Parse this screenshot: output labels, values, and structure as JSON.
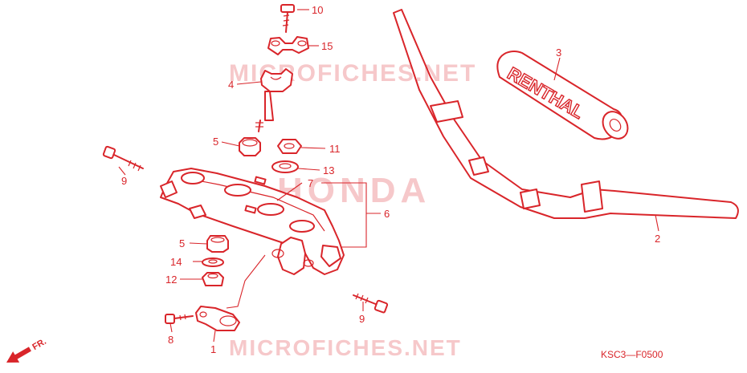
{
  "diagram": {
    "code": "KSC3—F0500",
    "front_label": "FR.",
    "watermark": "MICROFICHES.NET",
    "brand_watermark": "HONDA",
    "grip_brand": "RENTHAL"
  },
  "callouts": {
    "c10": "10",
    "c15": "15",
    "c4": "4",
    "c3": "3",
    "c5a": "5",
    "c11": "11",
    "c9a": "9",
    "c13": "13",
    "c7": "7",
    "c6": "6",
    "c2": "2",
    "c5b": "5",
    "c14": "14",
    "c12": "12",
    "c9b": "9",
    "c8": "8",
    "c1": "1"
  }
}
